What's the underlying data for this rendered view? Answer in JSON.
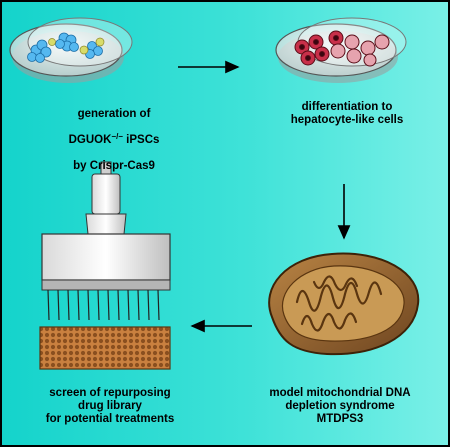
{
  "steps": {
    "step1": {
      "line1": "generation of",
      "line2_main": "DGUOK",
      "line2_sup": "−/−",
      "line2_end": " iPSCs",
      "line3": "by Crispr-Cas9"
    },
    "step2": {
      "text": "differentiation to\nhepatocyte-like cells"
    },
    "step3": {
      "text": "model mitochondrial DNA\ndepletion syndrome\nMTDPS3"
    },
    "step4": {
      "text": "screen of repurposing\ndrug library\nfor potential treatments"
    }
  },
  "icons": {
    "dish1": "petri-dish-ipsc-icon",
    "dish2": "petri-dish-hepatocyte-icon",
    "mito": "mitochondrion-icon",
    "pipette": "multichannel-pipette-icon",
    "plate": "well-plate-icon"
  },
  "colors": {
    "bg_left": "#14d3cb",
    "bg_right": "#7af0e7",
    "ipsc_blue": "#55b8f0",
    "hepatocyte_red": "#c8304a",
    "mito_brown": "#9b6a35",
    "plate_orange": "#c9803f"
  }
}
